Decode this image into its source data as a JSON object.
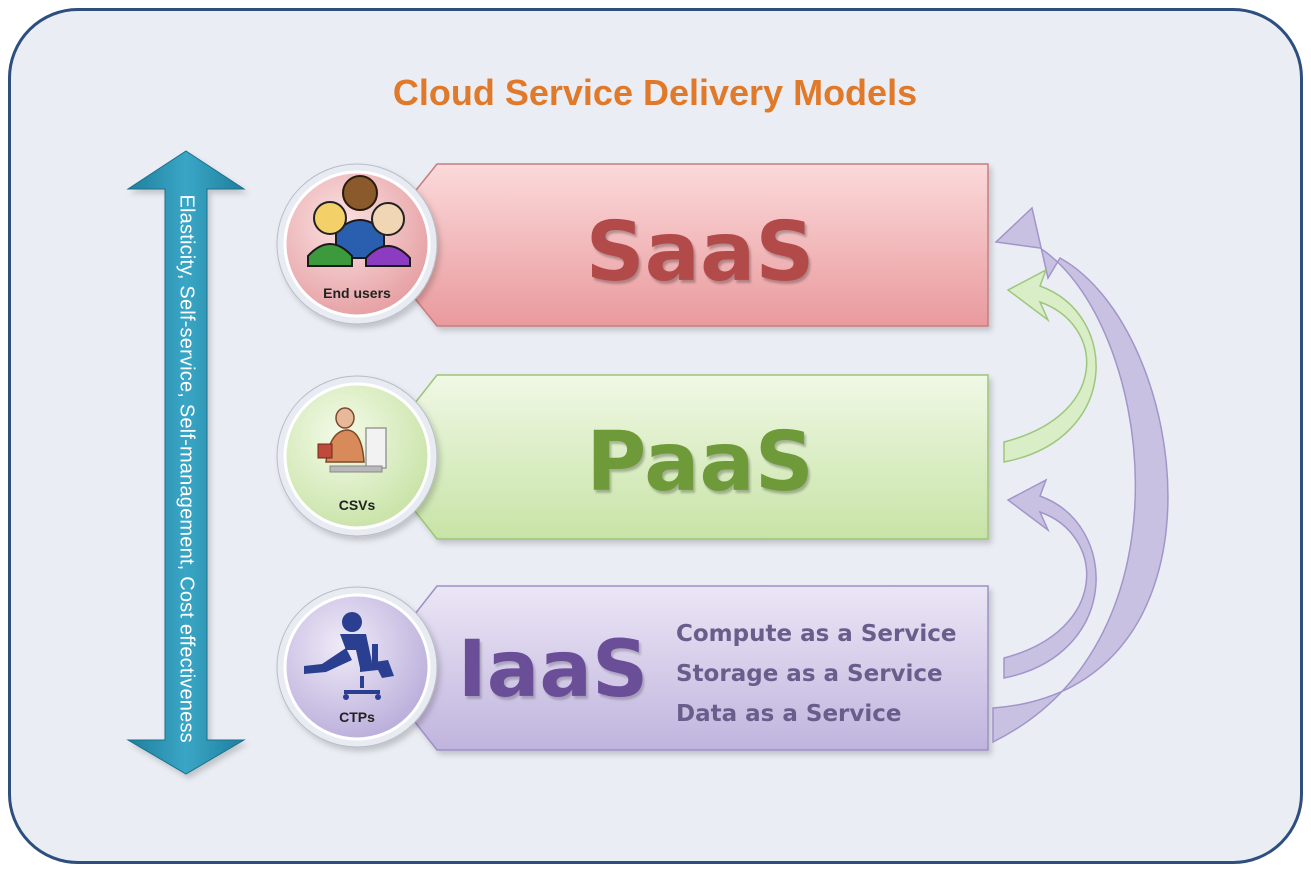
{
  "title": "Cloud Service Delivery Models",
  "side_arrow_label": "Elasticity, Self-service, Self-management, Cost effectiveness",
  "tiers": [
    {
      "name": "SaaS",
      "audience": "End users",
      "audience_icon": "people-group-icon",
      "color": "#f0b4b6"
    },
    {
      "name": "PaaS",
      "audience": "CSVs",
      "audience_icon": "developer-at-desk-icon",
      "color": "#d5ebbc"
    },
    {
      "name": "IaaS",
      "audience": "CTPs",
      "audience_icon": "person-in-chair-icon",
      "color": "#cdc5e4",
      "services": [
        "Compute as a Service",
        "Storage as a Service",
        "Data as a Service"
      ]
    }
  ],
  "colors": {
    "title": "#e07a2a",
    "side_arrow": "#2b93b3",
    "frame_border": "#2e4e7e",
    "frame_fill": "#eaeef4"
  }
}
